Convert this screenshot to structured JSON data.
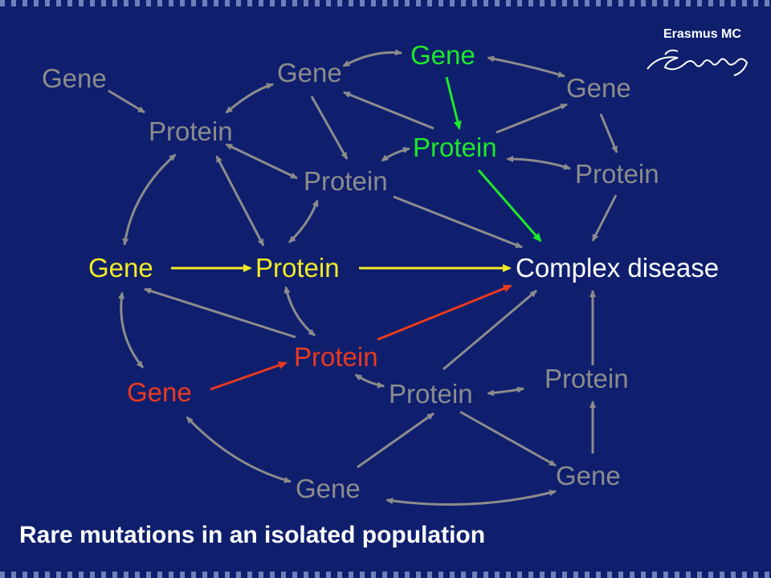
{
  "logo": {
    "name": "Erasmus MC",
    "signature": "Erafmus"
  },
  "nodes": {
    "gene_top_left": "Gene",
    "gene_upper_mid": "Gene",
    "gene_top_green": "Gene",
    "gene_upper_right": "Gene",
    "protein_left": "Protein",
    "protein_green": "Protein",
    "protein_center": "Protein",
    "protein_right": "Protein",
    "gene_yellow": "Gene",
    "protein_yellow": "Protein",
    "complex_disease": "Complex disease",
    "protein_red": "Protein",
    "gene_red": "Gene",
    "protein_lower_right": "Protein",
    "protein_lower_mid": "Protein",
    "gene_bottom_mid": "Gene",
    "gene_bottom_right": "Gene"
  },
  "caption": "Rare mutations in an isolated population",
  "colors": {
    "background": "#0f1f6e",
    "neutral": "#8c8c8c",
    "green": "#1ee82a",
    "yellow": "#f2ea24",
    "red": "#ea3a1e",
    "white": "#ffffff"
  }
}
